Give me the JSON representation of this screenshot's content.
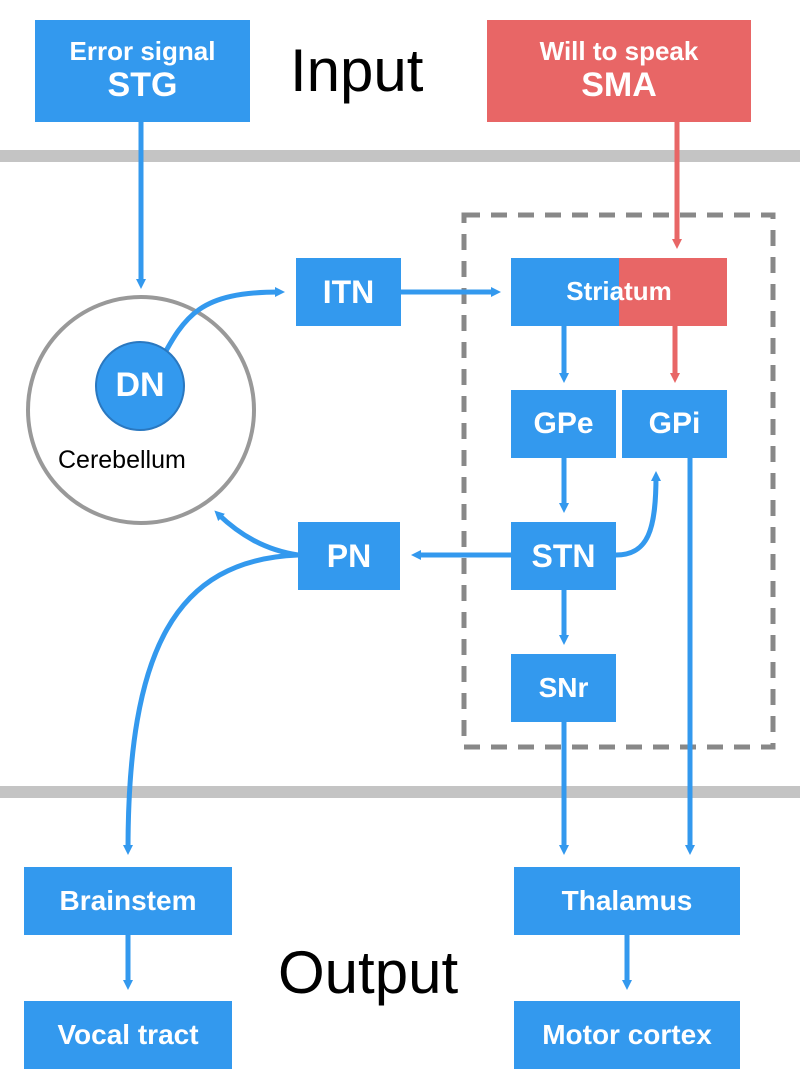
{
  "labels": {
    "input": "Input",
    "output": "Output",
    "cerebellum": "Cerebellum"
  },
  "nodes": {
    "error_signal": {
      "line1": "Error signal",
      "line2": "STG"
    },
    "will_to_speak": {
      "line1": "Will to speak",
      "line2": "SMA"
    },
    "itn": "ITN",
    "striatum": "Striatum",
    "dn": "DN",
    "gpe": "GPe",
    "gpi": "GPi",
    "pn": "PN",
    "stn": "STN",
    "snr": "SNr",
    "brainstem": "Brainstem",
    "thalamus": "Thalamus",
    "vocal_tract": "Vocal tract",
    "motor_cortex": "Motor cortex"
  },
  "colors": {
    "blue": "#3399ee",
    "red": "#e86666",
    "gray_divider": "#c4c4c4",
    "dashed_border": "#888888",
    "circle_border": "#999999"
  }
}
